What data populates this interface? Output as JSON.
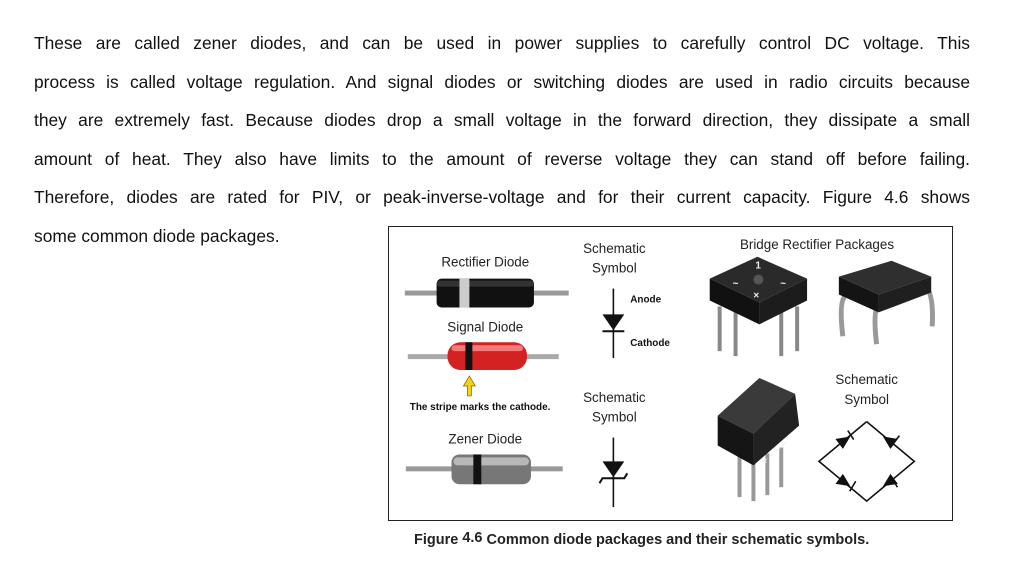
{
  "paragraph": {
    "lines": [
      "These are called zener diodes, and can be used in power supplies to carefully control DC voltage. This",
      "process is called voltage regulation. And signal diodes or switching diodes are used in radio circuits because",
      "they are extremely fast. Because diodes drop a small voltage in the forward direction, they dissipate a small",
      "amount of heat. They also have limits to the amount of reverse voltage they can stand off before failing.",
      "Therefore, diodes are rated for PIV, or peak-inverse-voltage and for their current capacity. Figure 4.6 shows",
      "some common diode packages."
    ]
  },
  "figure": {
    "labels": {
      "rectifier": "Rectifier Diode",
      "signal": "Signal Diode",
      "zener": "Zener Diode",
      "schematic1_a": "Schematic",
      "schematic1_b": "Symbol",
      "anode": "Anode",
      "cathode": "Cathode",
      "stripe_note": "The stripe marks the cathode.",
      "schematic2_a": "Schematic",
      "schematic2_b": "Symbol",
      "bridge_title": "Bridge Rectifier Packages",
      "schematic3_a": "Schematic",
      "schematic3_b": "Symbol",
      "chip_mark_1": "~",
      "chip_mark_2": "~",
      "chip_mark_3": "1",
      "chip_mark_4": "×",
      "bridge_pins_marks": "+ ~ ~ −"
    },
    "caption": {
      "prefix": "Figure",
      "number": "4.6",
      "text": "Common diode packages and their schematic symbols."
    }
  }
}
